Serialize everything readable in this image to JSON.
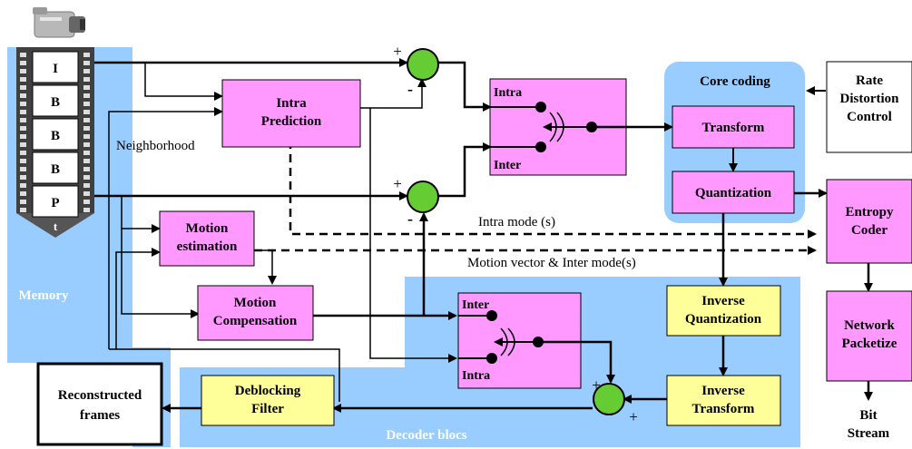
{
  "film_frames": [
    "I",
    "B",
    "B",
    "B",
    "P"
  ],
  "film_time_label": "t",
  "regions": {
    "memory": "Memory",
    "core_coding": "Core coding",
    "decoder": "Decoder blocs"
  },
  "blocks": {
    "intra_prediction": [
      "Intra",
      "Prediction"
    ],
    "motion_estimation": [
      "Motion",
      "estimation"
    ],
    "motion_compensation": [
      "Motion",
      "Compensation"
    ],
    "transform": [
      "Transform"
    ],
    "quantization": [
      "Quantization"
    ],
    "inverse_quantization": [
      "Inverse",
      "Quantization"
    ],
    "inverse_transform": [
      "Inverse",
      "Transform"
    ],
    "deblocking_filter": [
      "Deblocking",
      "Filter"
    ],
    "reconstructed_frames": [
      "Reconstructed",
      "frames"
    ],
    "rate_distortion_control": [
      "Rate",
      "Distortion",
      "Control"
    ],
    "entropy_coder": [
      "Entropy",
      "Coder"
    ],
    "network_packetize": [
      "Network",
      "Packetize"
    ]
  },
  "switches": {
    "upper": {
      "top": "Intra",
      "bottom": "Inter"
    },
    "lower": {
      "top": "Inter",
      "bottom": "Intra"
    }
  },
  "signs": {
    "sum1_top": "+",
    "sum1_bottom": "-",
    "sum2_top": "+",
    "sum2_bottom": "-",
    "sum3_left": "+",
    "sum3_bottom": "+"
  },
  "labels": {
    "neighborhood": "Neighborhood",
    "intra_modes": "Intra mode (s)",
    "motion_vector": "Motion vector & Inter mode(s)",
    "bit_stream": [
      "Bit",
      "Stream"
    ]
  },
  "colors": {
    "magenta_block": "#ff99ff",
    "yellow_block": "#ffff99",
    "blue_region": "#99ccff",
    "sum_node": "#66cc33",
    "film": "#404040"
  }
}
